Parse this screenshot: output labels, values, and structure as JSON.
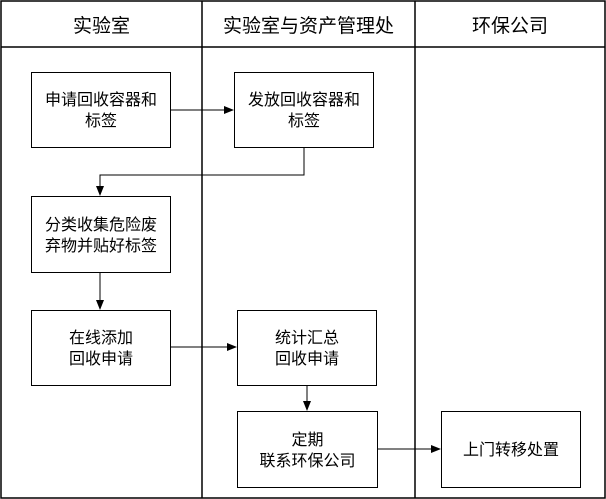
{
  "lanes": [
    {
      "title": "实验室"
    },
    {
      "title": "实验室与资产管理处"
    },
    {
      "title": "环保公司"
    }
  ],
  "steps": {
    "apply": {
      "lines": [
        "申请回收容器和",
        "标签"
      ]
    },
    "issue": {
      "lines": [
        "发放回收容器和",
        "标签"
      ]
    },
    "sort": {
      "lines": [
        "分类收集危险废",
        "弃物并贴好标签"
      ]
    },
    "online": {
      "lines": [
        "在线添加",
        "回收申请"
      ]
    },
    "stats": {
      "lines": [
        "统计汇总",
        "回收申请"
      ]
    },
    "contact": {
      "lines": [
        "定期",
        "联系环保公司"
      ]
    },
    "pickup": {
      "lines": [
        "上门转移处置"
      ]
    }
  }
}
